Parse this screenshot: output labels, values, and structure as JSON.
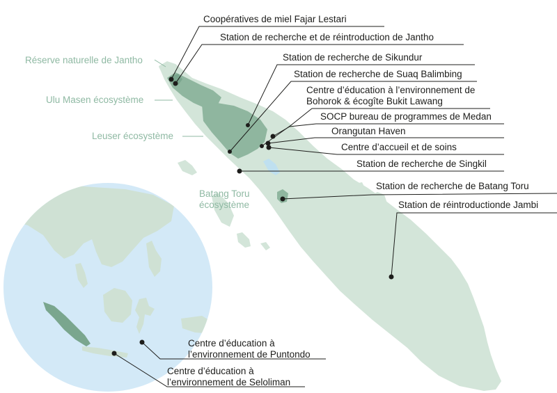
{
  "colors": {
    "land": "#d3e5d9",
    "ecosystem": "#8fb69f",
    "ecosystem_dark": "#7aa68e",
    "inset_sea": "#d3e9f7",
    "inset_land": "#cfe1d4",
    "lake": "#bfe0f0",
    "label_text": "#1d1d1b",
    "ecosystem_text": "#8fb9a3"
  },
  "ecosystems": [
    {
      "label": "Réserve naturelle de Jantho"
    },
    {
      "label": "Ulu Masen écosystème"
    },
    {
      "label": "Leuser écosystème"
    },
    {
      "label": "Batang Toru",
      "label2": "écosystème"
    }
  ],
  "sites": [
    {
      "label": "Coopératives de miel Fajar Lestari"
    },
    {
      "label": "Station de recherche et de réintroduction de Jantho"
    },
    {
      "label": "Station de recherche de Sikundur"
    },
    {
      "label": "Station de recherche de Suaq Balimbing"
    },
    {
      "label": "Centre d’éducation à l’environnement de",
      "label2": "Bohorok & écogîte Bukit Lawang"
    },
    {
      "label": "SOCP bureau de programmes de Medan"
    },
    {
      "label": "Orangutan Haven"
    },
    {
      "label": "Centre d’accueil et de soins"
    },
    {
      "label": "Station de recherche de Singkil"
    },
    {
      "label": "Station de recherche de Batang Toru"
    },
    {
      "label": "Station de réintroductionde Jambi"
    },
    {
      "label": "Centre d’éducation à",
      "label2": "l’environnement de Puntondo"
    },
    {
      "label": "Centre d’éducation à",
      "label2": "l’environnement de Seloliman"
    }
  ]
}
